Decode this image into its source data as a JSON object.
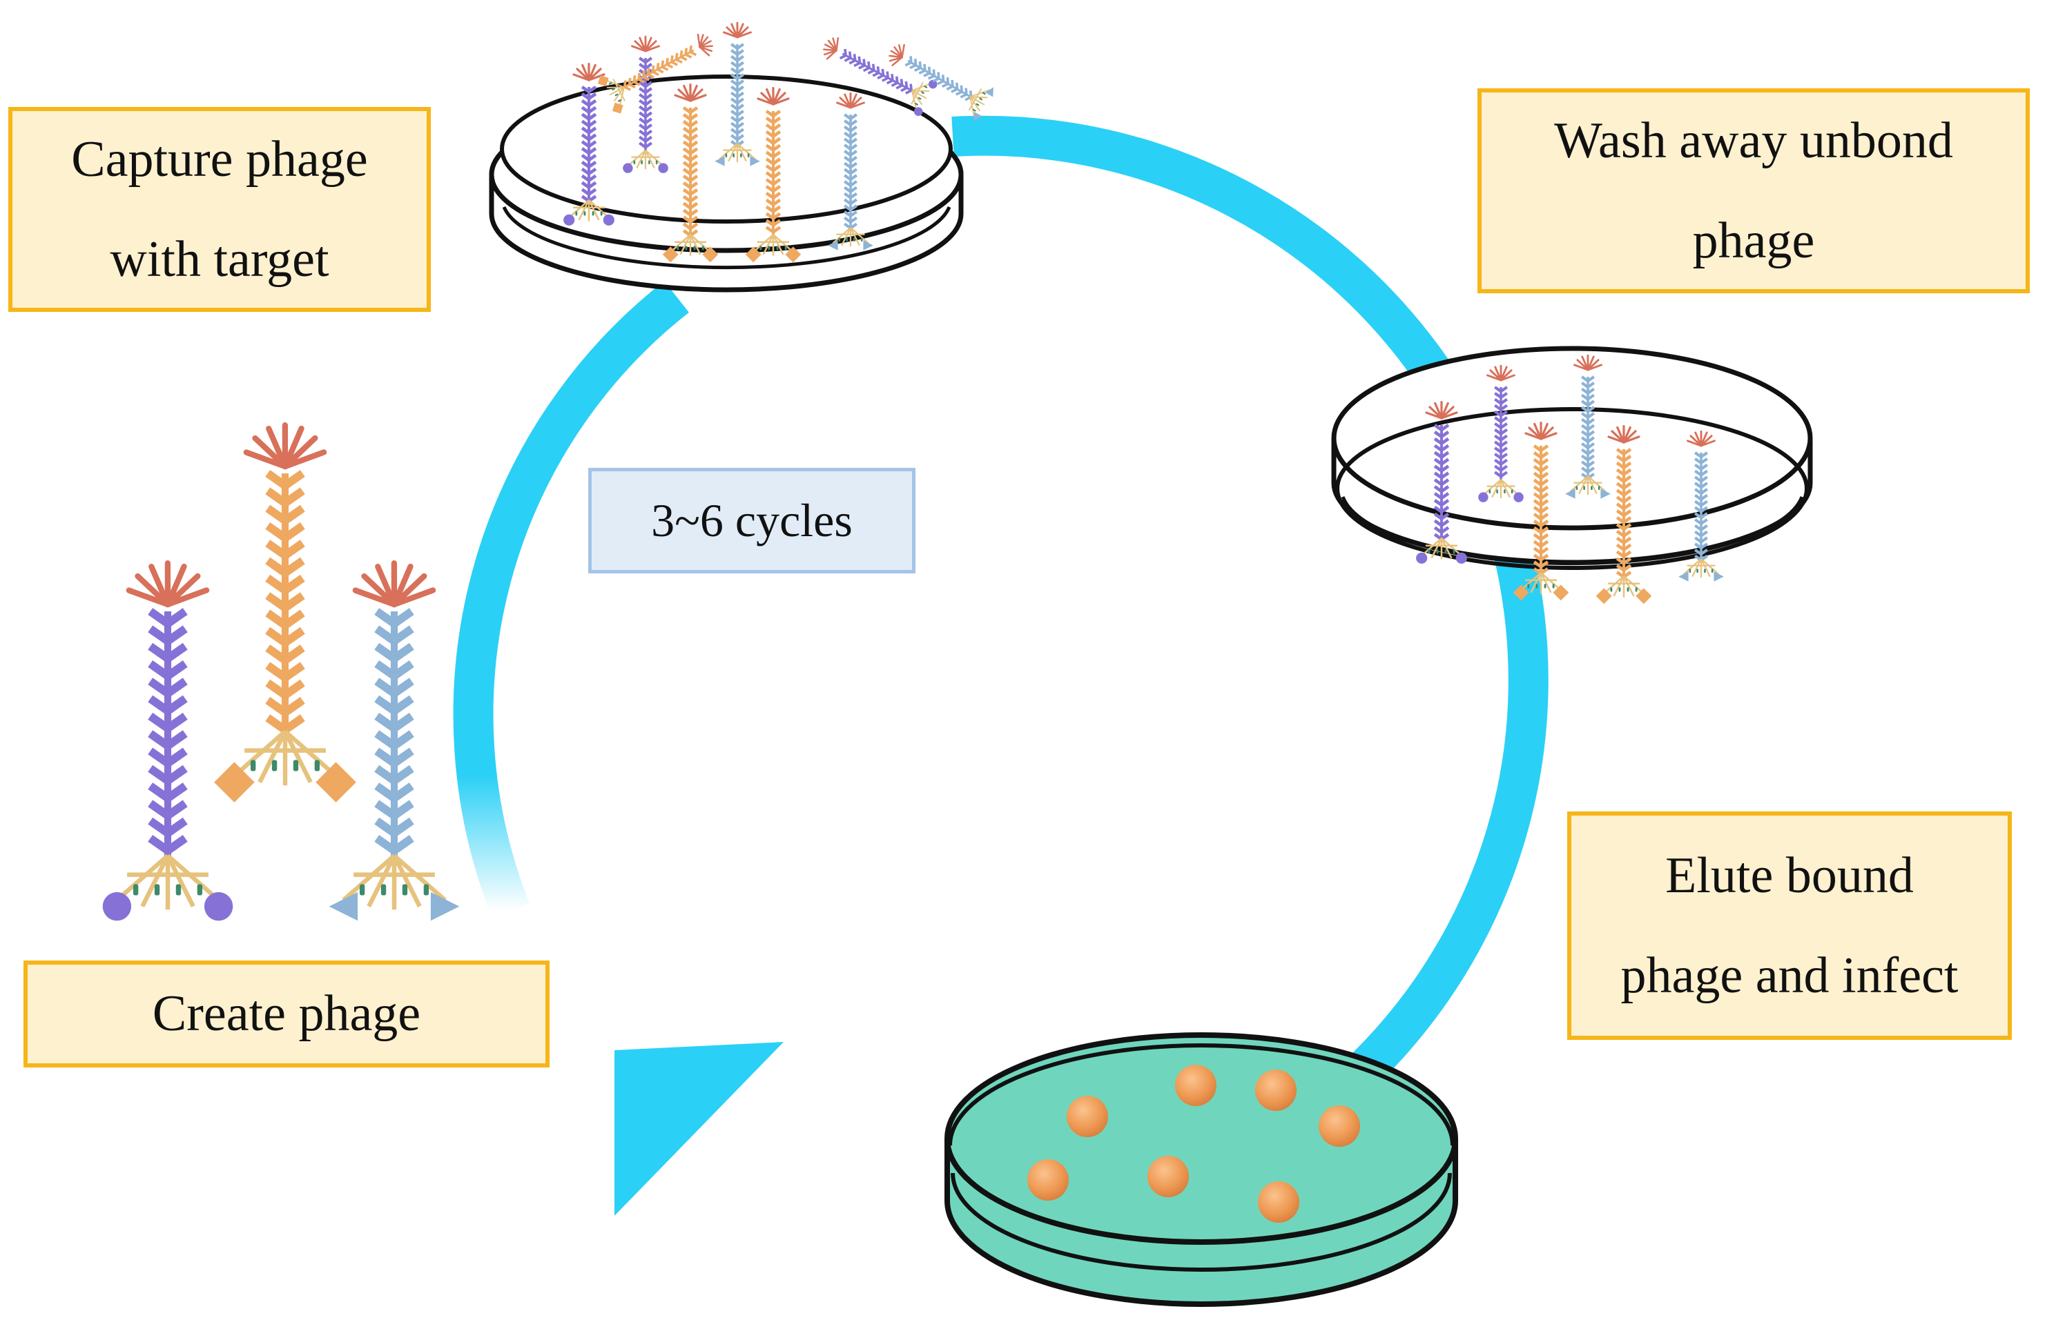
{
  "colors": {
    "cycle_arrow": "#2bd0f6",
    "label_fill": "#fdf1cf",
    "label_border": "#f6b518",
    "cycle_fill": "#e1ecf7",
    "cycle_border": "#a4c4e8",
    "phage_purple": "#8672d6",
    "phage_orange": "#eea860",
    "phage_blue": "#8db3d6",
    "phage_tip": "#d8705a",
    "agar": "#6fd6bd",
    "colony": "#ee9a54"
  },
  "labels": {
    "capture": [
      "Capture phage",
      "with target"
    ],
    "wash": [
      "Wash away unbond",
      "phage"
    ],
    "elute": [
      "Elute bound",
      "phage and infect"
    ],
    "create": "Create phage",
    "cycles": "3~6 cycles"
  },
  "icons": {
    "dish_capture": "petri-dish-with-bound-phage-icon",
    "dish_wash": "petri-dish-washed-phage-icon",
    "dish_elute": "agar-plate-with-colonies-icon",
    "phage_set": "phage-library-icon"
  }
}
